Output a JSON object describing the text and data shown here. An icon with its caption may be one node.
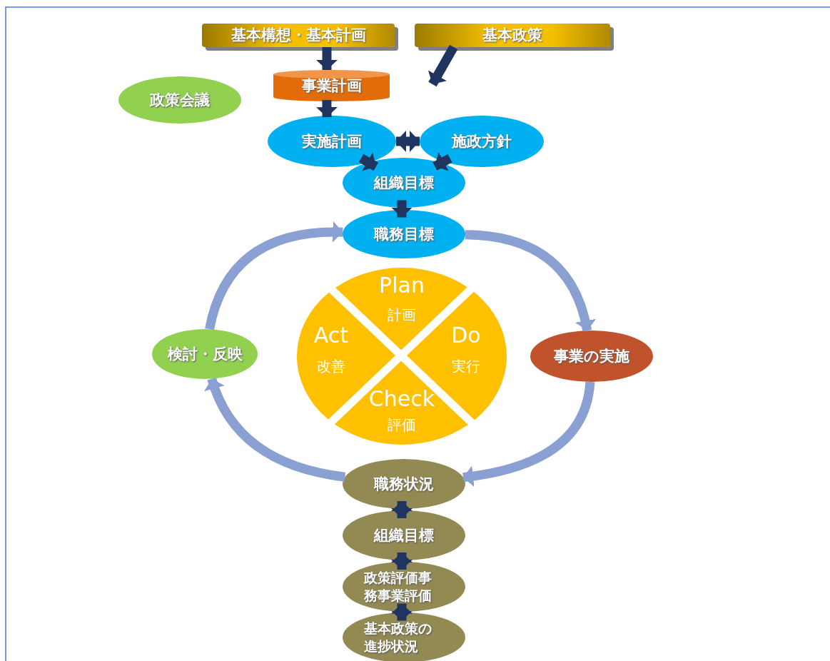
{
  "diagram": {
    "nodes": [
      {
        "text": [
          "基本構想・基本計画"
        ]
      },
      {
        "text": [
          "基本政策"
        ]
      },
      {
        "text": [
          "事業計画"
        ]
      },
      {
        "text": [
          "政策会議"
        ]
      },
      {
        "text": [
          "実施計画"
        ]
      },
      {
        "text": [
          "施政方針"
        ]
      },
      {
        "text": [
          "組織目標"
        ]
      },
      {
        "text": [
          "職務目標"
        ]
      },
      {
        "text": [
          "Plan",
          "計画",
          "Do",
          "実行",
          "Check",
          "評価",
          "Act",
          "改善"
        ]
      },
      {
        "text": [
          "事業の実施"
        ]
      },
      {
        "text": [
          "検討・反映"
        ]
      },
      {
        "text": [
          "職務状況"
        ]
      },
      {
        "text": [
          "組織目標"
        ]
      },
      {
        "text": [
          "政策評価事務事業評価"
        ]
      },
      {
        "text": [
          "基本政策の進捗状況"
        ]
      }
    ],
    "edges": [
      {
        "from": 0,
        "to": 2,
        "arrow": "to"
      },
      {
        "from": 1,
        "to": null,
        "arrow": "to"
      },
      {
        "from": 2,
        "to": 4,
        "arrow": "to"
      },
      {
        "from": 4,
        "to": 5,
        "arrow": "both"
      },
      {
        "from": 4,
        "to": 6,
        "arrow": "to"
      },
      {
        "from": 5,
        "to": 6,
        "arrow": "to"
      },
      {
        "from": 6,
        "to": 7,
        "arrow": "to"
      },
      {
        "from": 11,
        "to": 12,
        "arrow": "both"
      },
      {
        "from": 12,
        "to": 13,
        "arrow": "both"
      },
      {
        "from": 13,
        "to": 14,
        "arrow": "both"
      },
      {
        "from": 7,
        "to": 9,
        "arrow": "to",
        "color": "#8aa0d2"
      },
      {
        "from": 9,
        "to": 11,
        "arrow": "to",
        "color": "#8aa0d2"
      },
      {
        "from": 11,
        "to": 10,
        "arrow": "to",
        "color": "#8aa0d2"
      },
      {
        "from": 10,
        "to": 7,
        "arrow": "to",
        "color": "#8aa0d2"
      }
    ]
  }
}
